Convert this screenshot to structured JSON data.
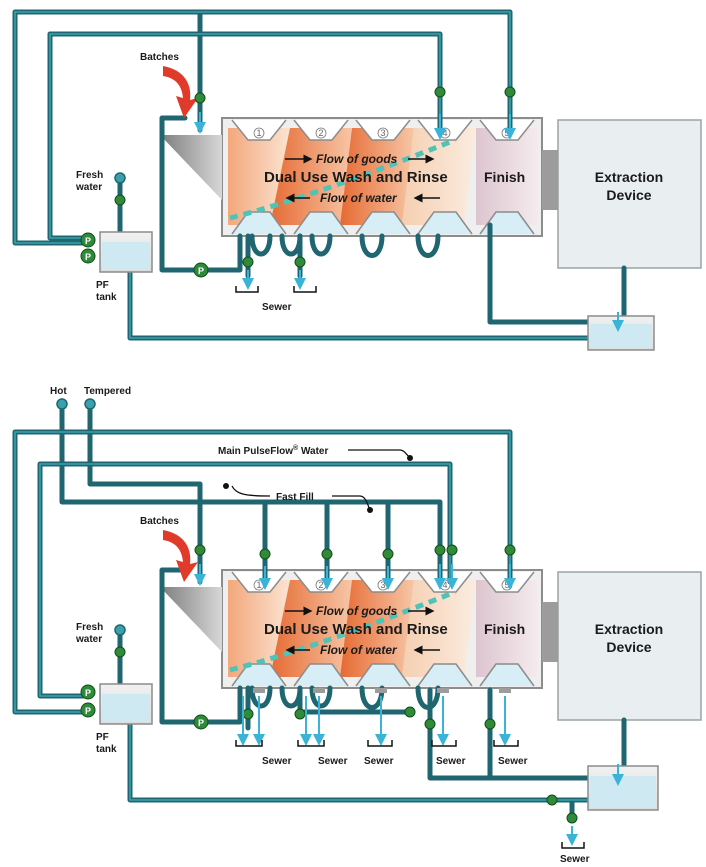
{
  "colors": {
    "pipe": "#1f6670",
    "pipe_inner": "#2e8792",
    "water": "#d7eef6",
    "valve": "#2f8a3a",
    "arrow_down": "#39b3d6",
    "tunnel_wall": "#8c8c8c",
    "tunnel_fill": "#eeeeee",
    "wash_orange": "#e9783f",
    "wash_light": "#f6c7a5",
    "finish_pink": "#e9d4dc",
    "batches_arrow": "#e03a2a"
  },
  "icons": {
    "valve": "valve-icon",
    "pump": "pump-icon",
    "batches": "curved-arrow-icon",
    "drain": "drain-arrow-icon"
  },
  "top": {
    "batches": "Batches",
    "fresh_water": [
      "Fresh",
      "water"
    ],
    "pf_tank": [
      "PF",
      "tank"
    ],
    "pump_label": "P",
    "flow_goods": "Flow of goods",
    "flow_water": "Flow of water",
    "dual_use": "Dual Use Wash and Rinse",
    "finish": "Finish",
    "extraction": [
      "Extraction",
      "Device"
    ],
    "sewer": "Sewer",
    "modules": [
      "1",
      "2",
      "3",
      "4",
      "5"
    ]
  },
  "bottom": {
    "hot": "Hot",
    "tempered": "Tempered",
    "main_pulseflow": "Main PulseFlow",
    "main_pulseflow_mark": "®",
    "main_pulseflow_tail": " Water",
    "fast_fill": "Fast Fill",
    "batches": "Batches",
    "fresh_water": [
      "Fresh",
      "water"
    ],
    "pf_tank": [
      "PF",
      "tank"
    ],
    "pump_label": "P",
    "flow_goods": "Flow of goods",
    "flow_water": "Flow of water",
    "dual_use": "Dual Use Wash and Rinse",
    "finish": "Finish",
    "extraction": [
      "Extraction",
      "Device"
    ],
    "sewer_labels": [
      "Sewer",
      "Sewer",
      "Sewer",
      "Sewer",
      "Sewer"
    ],
    "sewer_extra": "Sewer",
    "modules": [
      "1",
      "2",
      "3",
      "4",
      "5"
    ]
  }
}
